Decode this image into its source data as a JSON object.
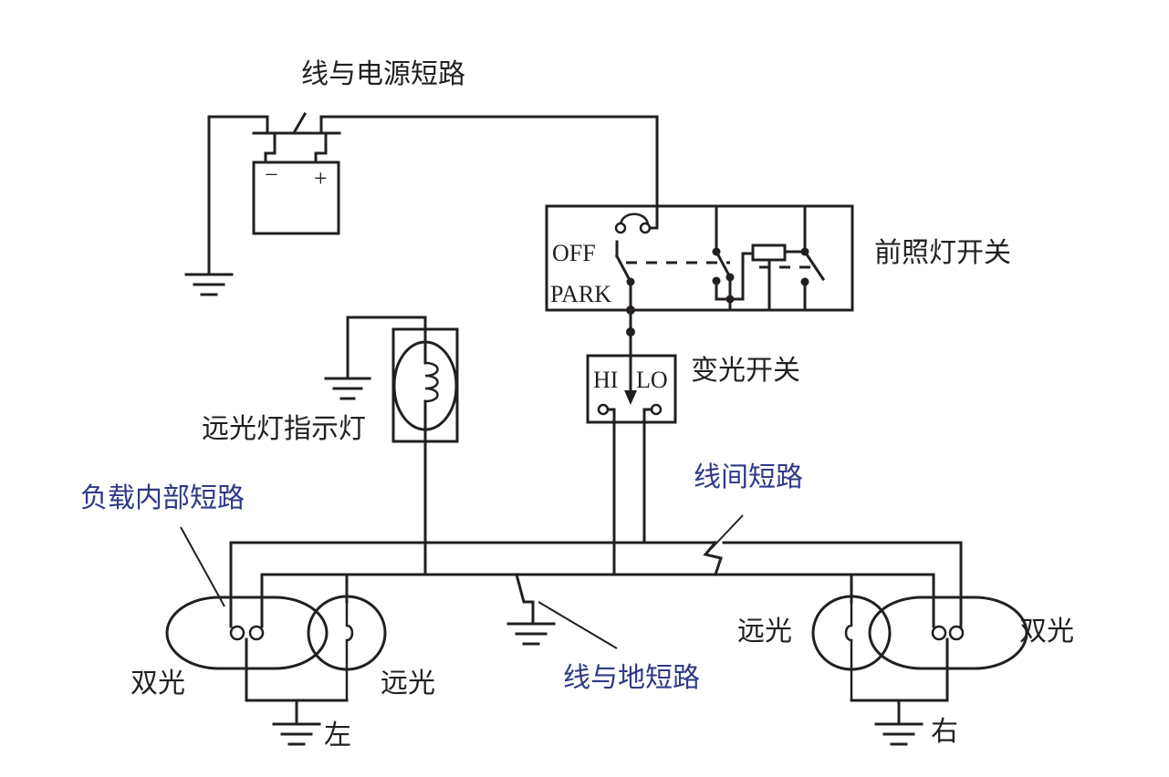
{
  "labels": {
    "short_to_power": "线与电源短路",
    "battery_minus": "−",
    "battery_plus": "+",
    "headlight_switch": "前照灯开关",
    "off": "OFF",
    "park": "PARK",
    "dimmer_switch": "变光开关",
    "hi": "HI",
    "lo": "LO",
    "high_beam_indicator": "远光灯指示灯",
    "load_internal_short": "负载内部短路",
    "short_between_wires": "线间短路",
    "short_to_ground": "线与地短路",
    "dual_left": "双光",
    "high_left": "远光",
    "left": "左",
    "high_right": "远光",
    "dual_right": "双光",
    "right": "右"
  },
  "colors": {
    "line": "#231f20",
    "fault_label": "#2e3a87"
  }
}
